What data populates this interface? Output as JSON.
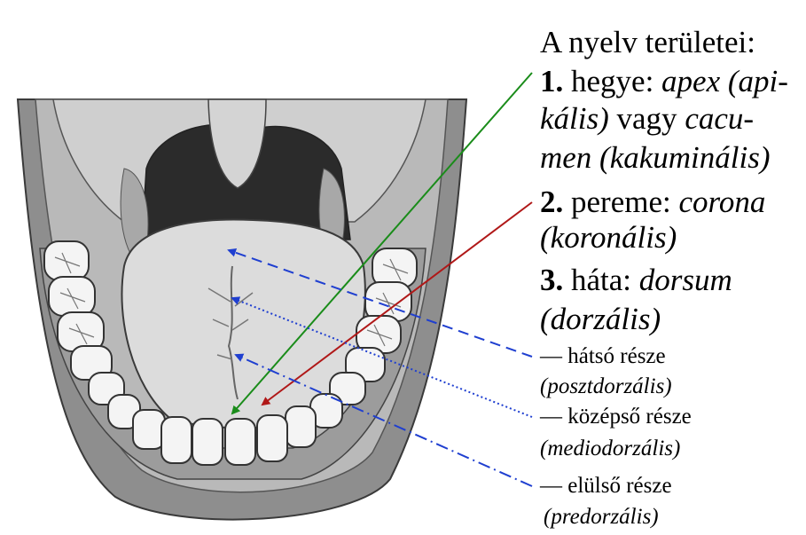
{
  "title": "A nyelv területei:",
  "items": [
    {
      "number": "1.",
      "name": "hegye:",
      "term1": "apex (api-",
      "term1b": "kális)",
      "connector": "vagy",
      "term2": "cacu-",
      "term2b": "men (kakuminális)"
    },
    {
      "number": "2.",
      "name": "pereme:",
      "term": "corona",
      "termb": "(koronális)"
    },
    {
      "number": "3.",
      "name": "háta:",
      "term": "dorsum",
      "termb": "(dorzális)"
    }
  ],
  "subitems": [
    {
      "label": "— hátsó része",
      "term": "(posztdorzális)"
    },
    {
      "label": "— középső része",
      "term": "(mediodorzális)"
    },
    {
      "label": "— elülső része",
      "term": "(predorzális)"
    }
  ],
  "colors": {
    "apex_arrow": "#1a8c1a",
    "corona_arrow": "#b01818",
    "dorsum_arrows": "#1f3fd0"
  }
}
